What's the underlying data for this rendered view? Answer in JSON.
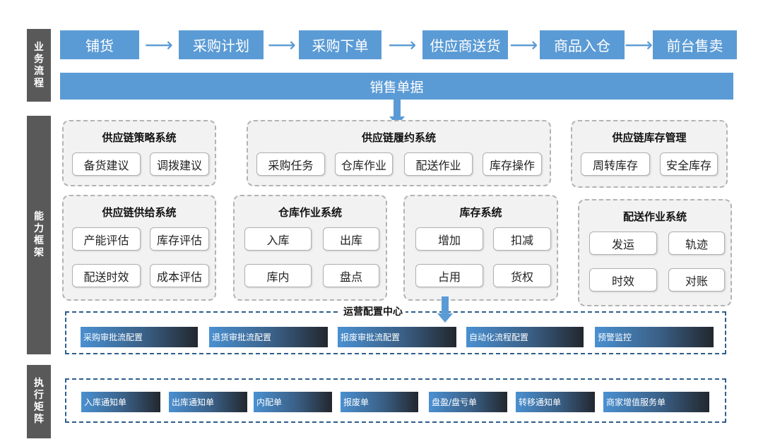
{
  "side_labels": {
    "process": "业\n务\n流\n程",
    "capability": "能\n力\n框\n架",
    "execution": "执\n行\n矩\n阵"
  },
  "flow": {
    "steps": [
      "铺货",
      "采购计划",
      "采购下单",
      "供应商送货",
      "商品入仓",
      "前台售卖"
    ],
    "arrow": "⟶",
    "bar_label": "销售单据"
  },
  "systems": {
    "strategy": {
      "title": "供应链策略系统",
      "items": [
        "备货建议",
        "调拨建议"
      ]
    },
    "fulfillment": {
      "title": "供应链履约系统",
      "items": [
        "采购任务",
        "仓库作业",
        "配送作业",
        "库存操作"
      ]
    },
    "inventory_mgmt": {
      "title": "供应链库存管理",
      "items": [
        "周转库存",
        "安全库存"
      ]
    },
    "supply": {
      "title": "供应链供给系统",
      "items": [
        "产能评估",
        "库存评估",
        "配送时效",
        "成本评估"
      ]
    },
    "warehouse": {
      "title": "仓库作业系统",
      "items": [
        "入库",
        "出库",
        "库内",
        "盘点"
      ]
    },
    "stock": {
      "title": "库存系统",
      "items": [
        "增加",
        "扣减",
        "占用",
        "货权"
      ]
    },
    "delivery": {
      "title": "配送作业系统",
      "items": [
        "发运",
        "轨迹",
        "时效",
        "对账"
      ]
    }
  },
  "ops_center": {
    "title": "运营配置中心",
    "items": [
      "采购审批流配置",
      "退货审批流配置",
      "报废审批流配置",
      "自动化流程配置",
      "预警监控"
    ]
  },
  "execution": {
    "items": [
      "入库通知单",
      "出库通知单",
      "内配单",
      "报废单",
      "盘盈/盘亏单",
      "转移通知单",
      "商家增值服务单"
    ]
  },
  "colors": {
    "flow_blue": "#5b9bd5",
    "side_gray": "#595959",
    "ops_border": "#2e5e8e"
  }
}
